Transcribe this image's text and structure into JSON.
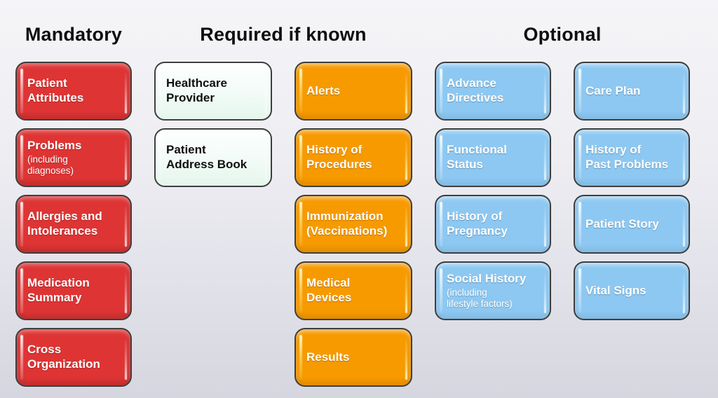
{
  "headers": {
    "mandatory": "Mandatory",
    "required": "Required if known",
    "optional": "Optional"
  },
  "colors": {
    "mandatory_box": "#de3434",
    "required_known_box": "#eef9f2",
    "required_if_available_box": "#f79a00",
    "optional_box": "#8dc8f2",
    "box_border": "#3e3e3e",
    "background_top": "#f5f5f8",
    "background_bottom": "#d6d6e0"
  },
  "columns": [
    {
      "group": "mandatory",
      "boxes": [
        {
          "title": "Patient\nAttributes"
        },
        {
          "title": "Problems",
          "subtitle": "(including\ndiagnoses)"
        },
        {
          "title": "Allergies and\nIntolerances"
        },
        {
          "title": "Medication\nSummary"
        },
        {
          "title": "Cross\nOrganization"
        }
      ]
    },
    {
      "group": "required-if-known",
      "boxes": [
        {
          "title": "Healthcare\nProvider"
        },
        {
          "title": "Patient\nAddress Book"
        }
      ]
    },
    {
      "group": "required-if-known",
      "boxes": [
        {
          "title": "Alerts"
        },
        {
          "title": "History of\nProcedures"
        },
        {
          "title": "Immunization\n(Vaccinations)"
        },
        {
          "title": "Medical\nDevices"
        },
        {
          "title": "Results"
        }
      ]
    },
    {
      "group": "optional",
      "boxes": [
        {
          "title": "Advance\nDirectives"
        },
        {
          "title": "Functional\nStatus"
        },
        {
          "title": "History of\nPregnancy"
        },
        {
          "title": "Social History",
          "subtitle": "(including\nlifestyle factors)"
        }
      ]
    },
    {
      "group": "optional",
      "boxes": [
        {
          "title": "Care Plan"
        },
        {
          "title": "History of\nPast Problems"
        },
        {
          "title": "Patient Story"
        },
        {
          "title": "Vital Signs"
        }
      ]
    }
  ]
}
